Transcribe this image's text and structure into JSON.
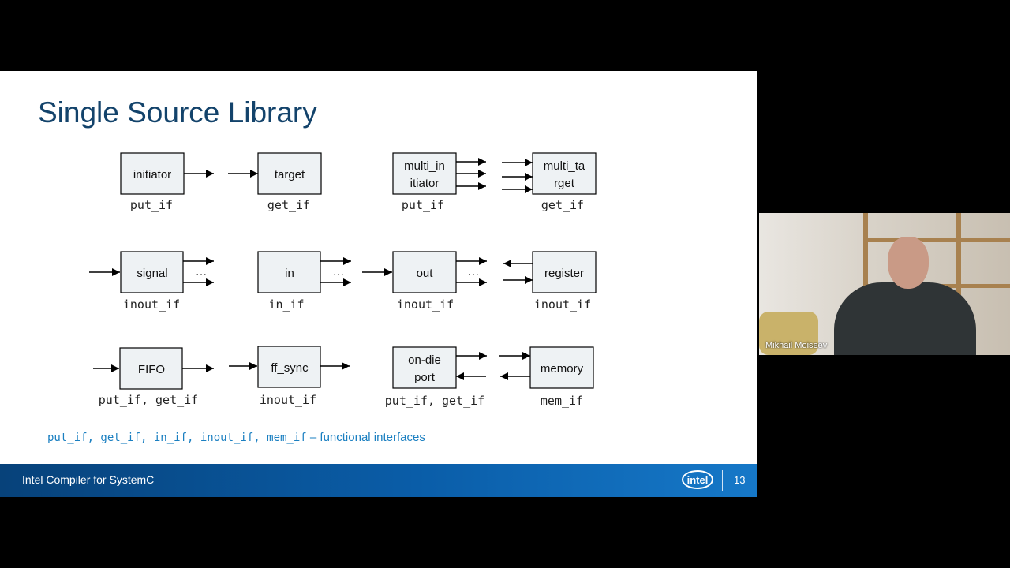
{
  "slide": {
    "title": "Single Source Library",
    "boxes": {
      "initiator": "initiator",
      "target": "target",
      "multi_initiator": [
        "multi_in",
        "itiator"
      ],
      "multi_target": [
        "multi_ta",
        "rget"
      ],
      "signal": "signal",
      "in": "in",
      "out": "out",
      "register": "register",
      "fifo": "FIFO",
      "ff_sync": "ff_sync",
      "on_die_port": [
        "on-die",
        "port"
      ],
      "memory": "memory"
    },
    "interfaces": {
      "initiator": "put_if",
      "target": "get_if",
      "multi_initiator": "put_if",
      "multi_target": "get_if",
      "signal": "inout_if",
      "in": "in_if",
      "out": "inout_if",
      "register": "inout_if",
      "fifo": "put_if, get_if",
      "ff_sync": "inout_if",
      "on_die_port": "put_if, get_if",
      "memory": "mem_if"
    },
    "ellipsis": "…",
    "footnote": {
      "code": "put_if, get_if, in_if, inout_if, mem_if",
      "text": " – functional interfaces"
    },
    "footer": {
      "text": "Intel Compiler for SystemC",
      "logo": "intel",
      "page": "13"
    }
  },
  "webcam": {
    "name": "Mikhail Moiseev"
  }
}
